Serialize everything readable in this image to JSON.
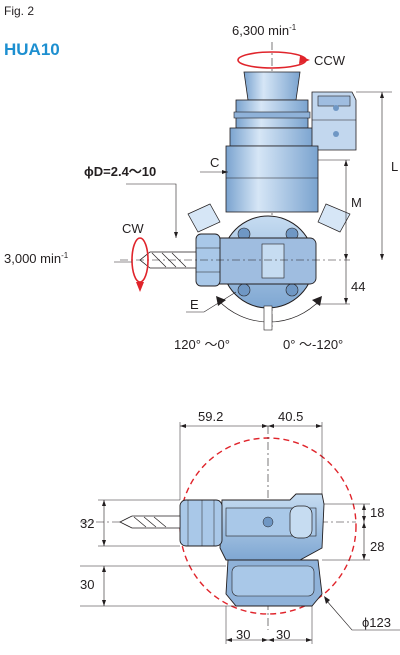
{
  "figure": {
    "label": "Fig. 2",
    "model": "HUA10"
  },
  "side_view": {
    "spindle_speed": "6,300 min",
    "spindle_speed_sup": "-1",
    "spindle_direction": "CCW",
    "tool_speed": "3,000 min",
    "tool_speed_sup": "-1",
    "tool_direction": "CW",
    "diameter_range": "ϕD=2.4～10",
    "dim_c": "C",
    "dim_e": "E",
    "dim_l": "L",
    "dim_m": "M",
    "dim_44": "44",
    "angle_left": "120° ～0°",
    "angle_right": "0° ～-120°"
  },
  "front_view": {
    "dim_59_2": "59.2",
    "dim_40_5": "40.5",
    "dim_32": "32",
    "dim_30_left": "30",
    "dim_18": "18",
    "dim_28": "28",
    "dim_30_bottom_left": "30",
    "dim_30_bottom_right": "30",
    "dim_phi123": "ϕ123"
  },
  "colors": {
    "accent_blue": "#1d8fd0",
    "body_blue": "#a9c8e8",
    "body_dark": "#6f97c4",
    "line": "#231f20",
    "red_circle": "#e0242b"
  }
}
